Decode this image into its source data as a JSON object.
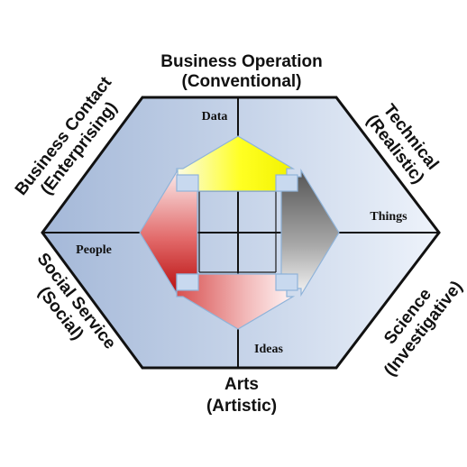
{
  "themes": {
    "top": {
      "line1": "Business Operation",
      "line2": "(Conventional)"
    },
    "bottom": {
      "line1": "Arts",
      "line2": "(Artistic)"
    },
    "upper_left": {
      "line1": "Business Contact",
      "line2": "(Enterprising)"
    },
    "upper_right": {
      "line1": "Technical",
      "line2": "(Realistic)"
    },
    "lower_left": {
      "line1": "Social Service",
      "line2": "(Social)"
    },
    "lower_right": {
      "line1": "Science",
      "line2": "(Investigative)"
    }
  },
  "work_tasks": {
    "data": "Data",
    "things": "Things",
    "people": "People",
    "ideas": "Ideas"
  },
  "colors": {
    "hexagon_dark": "#a4b8d8",
    "hexagon_light": "#eef3fb",
    "outline": "#111111",
    "arrow_yellow": "#ffff00",
    "arrow_gray": "#6a6a6a",
    "arrow_red": "#c41414",
    "arrow_pink": "#e99090",
    "arrow_border": "#8fb3d9"
  }
}
